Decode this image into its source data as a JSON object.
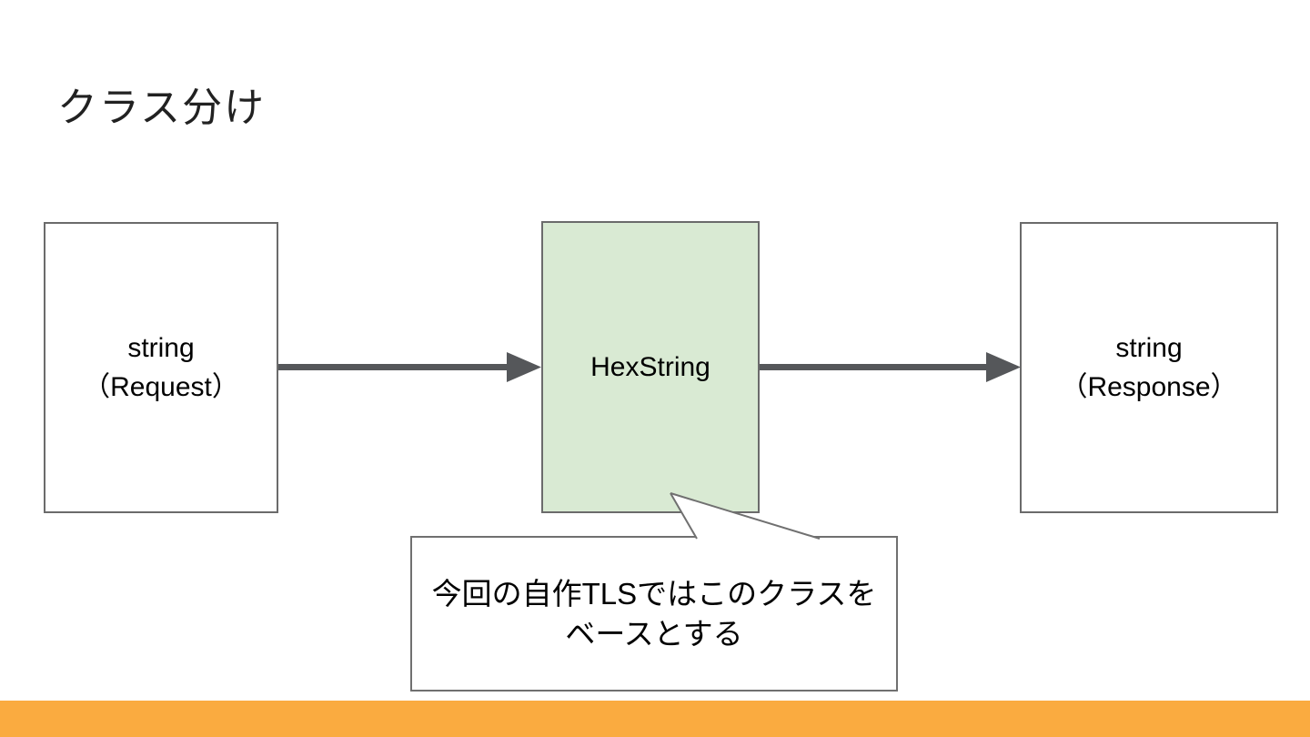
{
  "slide": {
    "title": "クラス分け"
  },
  "colors": {
    "accent_bar": "#faab40",
    "hexstring_fill": "#d9ead3",
    "box_border": "#6b6b6b",
    "callout_border": "#707070",
    "arrow": "#55575a",
    "text": "#000000",
    "title_text": "#212121"
  },
  "diagram": {
    "boxes": [
      {
        "name": "request",
        "label": "string\n（Request）"
      },
      {
        "name": "hexstring",
        "label": "HexString"
      },
      {
        "name": "response",
        "label": "string\n（Response）"
      }
    ],
    "arrows": [
      {
        "name": "request-to-hexstring",
        "direction": "right"
      },
      {
        "name": "hexstring-to-response",
        "direction": "right"
      }
    ],
    "callout": {
      "text": "今回の自作TLSではこのクラスを\nベースとする",
      "points_to": "hexstring"
    }
  }
}
